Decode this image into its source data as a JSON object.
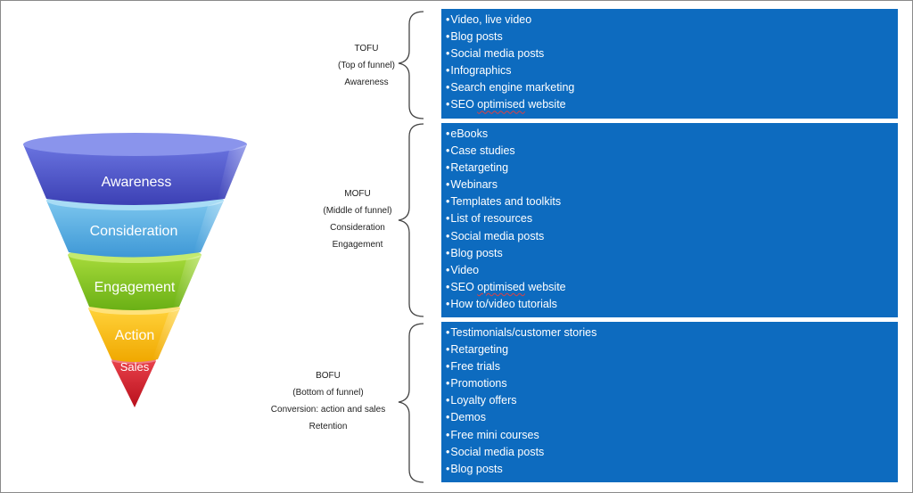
{
  "funnel": {
    "stages": [
      {
        "label": "Awareness",
        "color_top": "#6a74e0",
        "color_bottom": "#3c40b4"
      },
      {
        "label": "Consideration",
        "color_top": "#7cc6ee",
        "color_bottom": "#3e98d6"
      },
      {
        "label": "Engagement",
        "color_top": "#a6da3a",
        "color_bottom": "#6ab015"
      },
      {
        "label": "Action",
        "color_top": "#ffd23a",
        "color_bottom": "#f0a800"
      },
      {
        "label": "Sales",
        "color_top": "#e8404a",
        "color_bottom": "#b8101c"
      }
    ]
  },
  "sections": [
    {
      "id": "tofu",
      "info": [
        "TOFU",
        "(Top of funnel)",
        "Awareness"
      ],
      "items": [
        "Video, live video",
        "Blog posts",
        "Social media posts",
        "Infographics",
        "Search engine marketing",
        "SEO optimised website"
      ]
    },
    {
      "id": "mofu",
      "info": [
        "MOFU",
        "(Middle of funnel)",
        "Consideration",
        "Engagement"
      ],
      "items": [
        "eBooks",
        "Case studies",
        "Retargeting",
        "Webinars",
        "Templates and toolkits",
        "List of resources",
        "Social media posts",
        "Blog posts",
        "Video",
        "SEO optimised website",
        "How to/video tutorials"
      ]
    },
    {
      "id": "bofu",
      "info": [
        "BOFU",
        "(Bottom of funnel)",
        "Conversion: action and sales",
        "Retention"
      ],
      "items": [
        "Testimonials/customer stories",
        "Retargeting",
        "Free trials",
        "Promotions",
        "Loyalty offers",
        "Demos",
        "Free mini courses",
        "Social media posts",
        "Blog posts"
      ]
    }
  ],
  "colors": {
    "box_fill": "#0d6bbf",
    "box_text": "#ffffff",
    "brace": "#444444"
  }
}
